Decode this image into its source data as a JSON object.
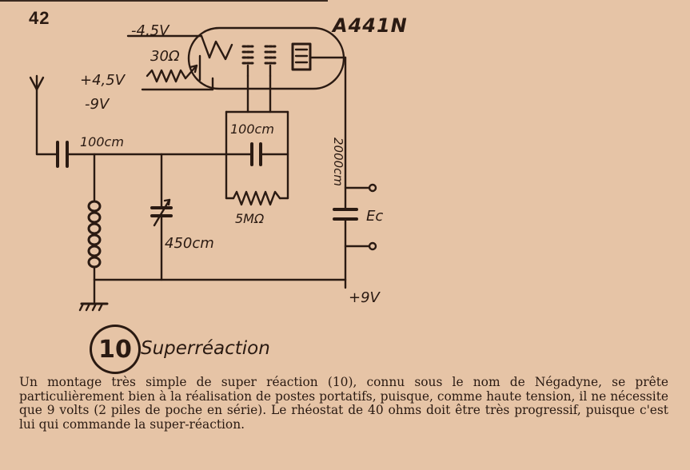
{
  "page_number": "42",
  "tube_label": "A441N",
  "labels": {
    "minus_4_5v": "-4,5V",
    "plus_4_5v": "+4,5V",
    "minus_9v": "-9V",
    "rheostat": "30Ω",
    "cap_antenna": "100cm",
    "cap_grid": "100cm",
    "resistor_grid": "5MΩ",
    "cap_tuning": "450cm",
    "cap_vertical": "2000cm",
    "ec": "Ec",
    "plus_9v": "+9V"
  },
  "figure": {
    "number": "10",
    "title": "Superréaction"
  },
  "caption": "Un montage très simple de super réaction (10), connu sous le nom de Négadyne, se prête particulièrement bien à la réalisation de postes portatifs, puisque, comme haute tension, il ne nécessite que 9 volts (2 piles de poche en série). Le rhéostat de 40 ohms doit être très progressif, puisque c'est lui qui commande la super-réaction."
}
